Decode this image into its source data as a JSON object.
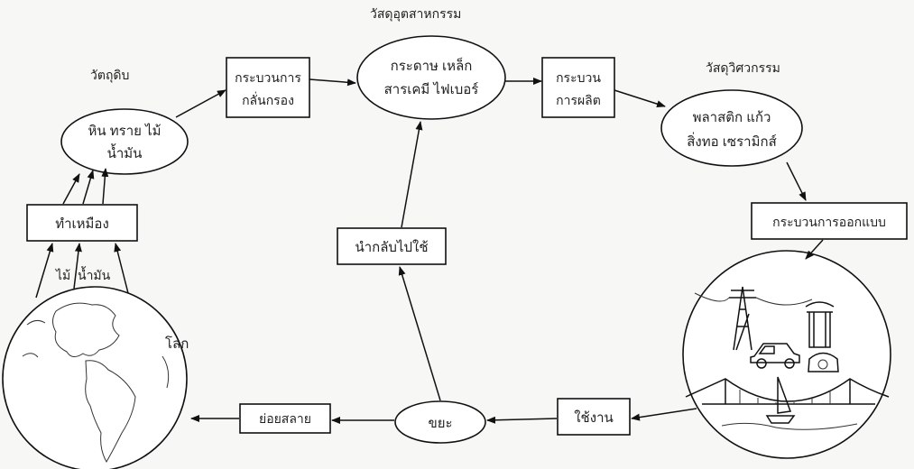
{
  "categories": {
    "raw": "วัตถุดิบ",
    "industrial": "วัสดุอุตสาหกรรม",
    "engineering": "วัสดุวิศวกรรม"
  },
  "nodes": {
    "raw_line1": "หิน ทราย ไม้",
    "raw_line2": "น้ำมัน",
    "refining_line1": "กระบวนการ",
    "refining_line2": "กลั่นกรอง",
    "industrial_line1": "กระดาษ เหล็ก",
    "industrial_line2": "สารเคมี ไฟเบอร์",
    "production_line1": "กระบวน",
    "production_line2": "การผลิต",
    "engineering_line1": "พลาสติก แก้ว",
    "engineering_line2": "สิ่งทอ เซรามิกส์",
    "design": "กระบวนการออกแบบ",
    "use": "ใช้งาน",
    "waste": "ขยะ",
    "decompose": "ย่อยสลาย",
    "recycle": "นำกลับไปใช้",
    "mining": "ทำเหมือง",
    "earth": "โลก",
    "wood": "ไม้",
    "oil": "น้ำมัน"
  }
}
